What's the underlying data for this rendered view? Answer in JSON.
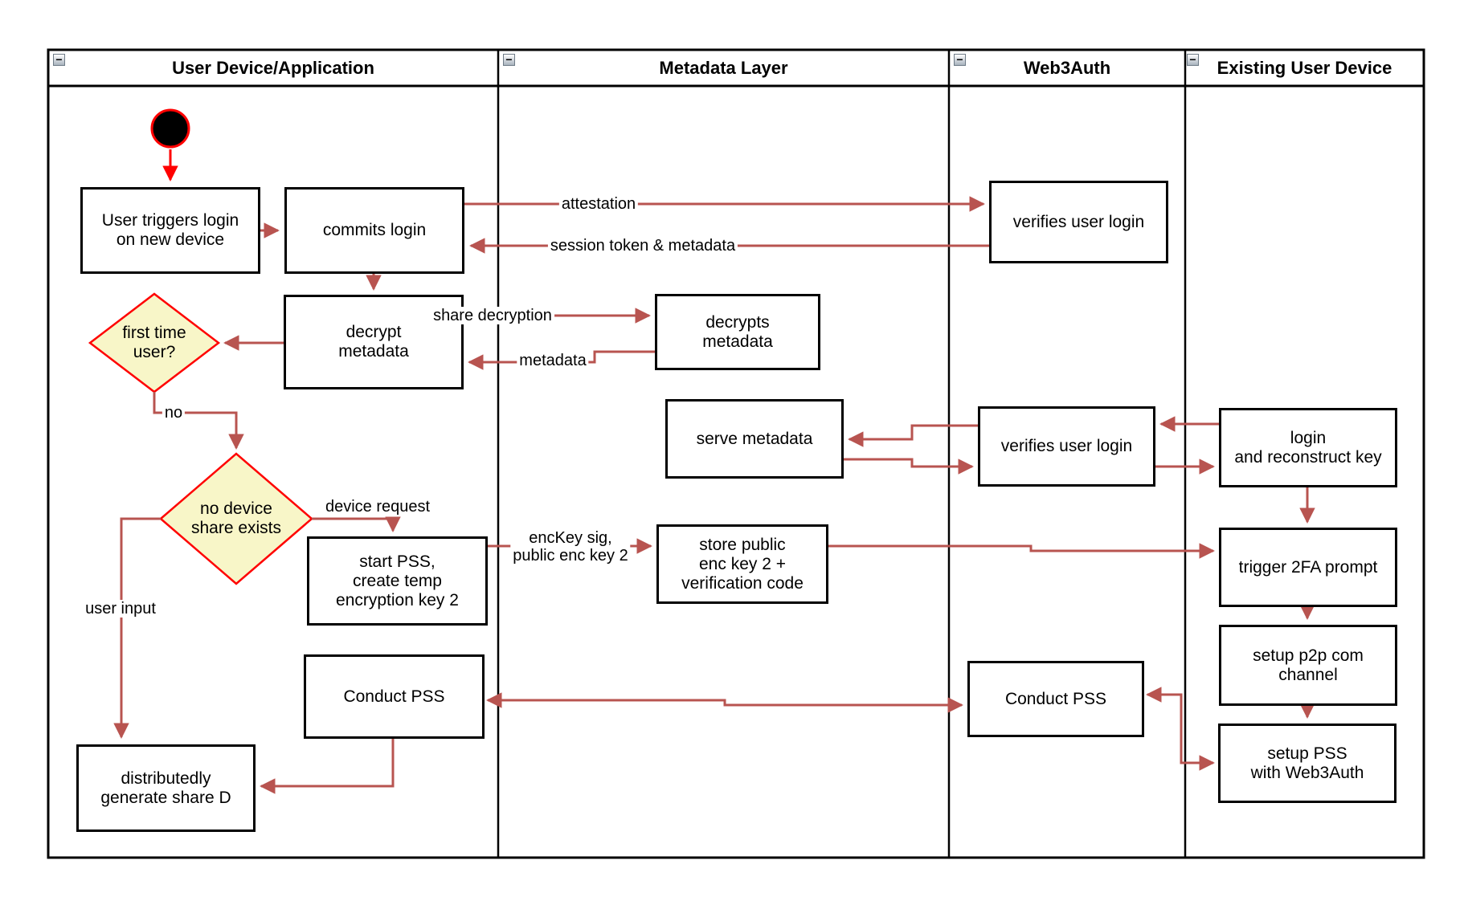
{
  "diagram": {
    "lanes": [
      {
        "title": "User Device/Application"
      },
      {
        "title": "Metadata Layer"
      },
      {
        "title": "Web3Auth"
      },
      {
        "title": "Existing User Device"
      }
    ],
    "collapse_glyph": "−",
    "nodes": {
      "user_triggers": "User triggers login\non new device",
      "commits_login": "commits login",
      "verifies_login_1": "verifies user login",
      "decrypt_metadata": "decrypt\nmetadata",
      "decrypts_metadata": "decrypts\nmetadata",
      "serve_metadata": "serve metadata",
      "verifies_login_2": "verifies user login",
      "login_reconstruct": "login\nand reconstruct key",
      "start_pss": "start PSS,\ncreate temp\nencryption key 2",
      "store_public": "store public\nenc key 2 +\nverification code",
      "trigger_2fa": "trigger 2FA prompt",
      "setup_p2p": "setup p2p com\nchannel",
      "setup_pss": "setup PSS\nwith Web3Auth",
      "conduct_pss_left": "Conduct PSS",
      "conduct_pss_right": "Conduct PSS",
      "distributed_share": "distributedly\ngenerate share D"
    },
    "decisions": {
      "first_time": "first time\nuser?",
      "no_device_share": "no device\nshare exists"
    },
    "edge_labels": {
      "attestation": "attestation",
      "session_token": "session token & metadata",
      "share_decryption": "share decryption",
      "metadata": "metadata",
      "no": "no",
      "device_request": "device request",
      "user_input": "user input",
      "enc_key": "encKey sig,\npublic enc key 2"
    },
    "colors": {
      "arrow": "#B85450",
      "start_accent": "#FF0000",
      "decision_fill": "#F8F6C8",
      "decision_border": "#FF0000"
    }
  }
}
